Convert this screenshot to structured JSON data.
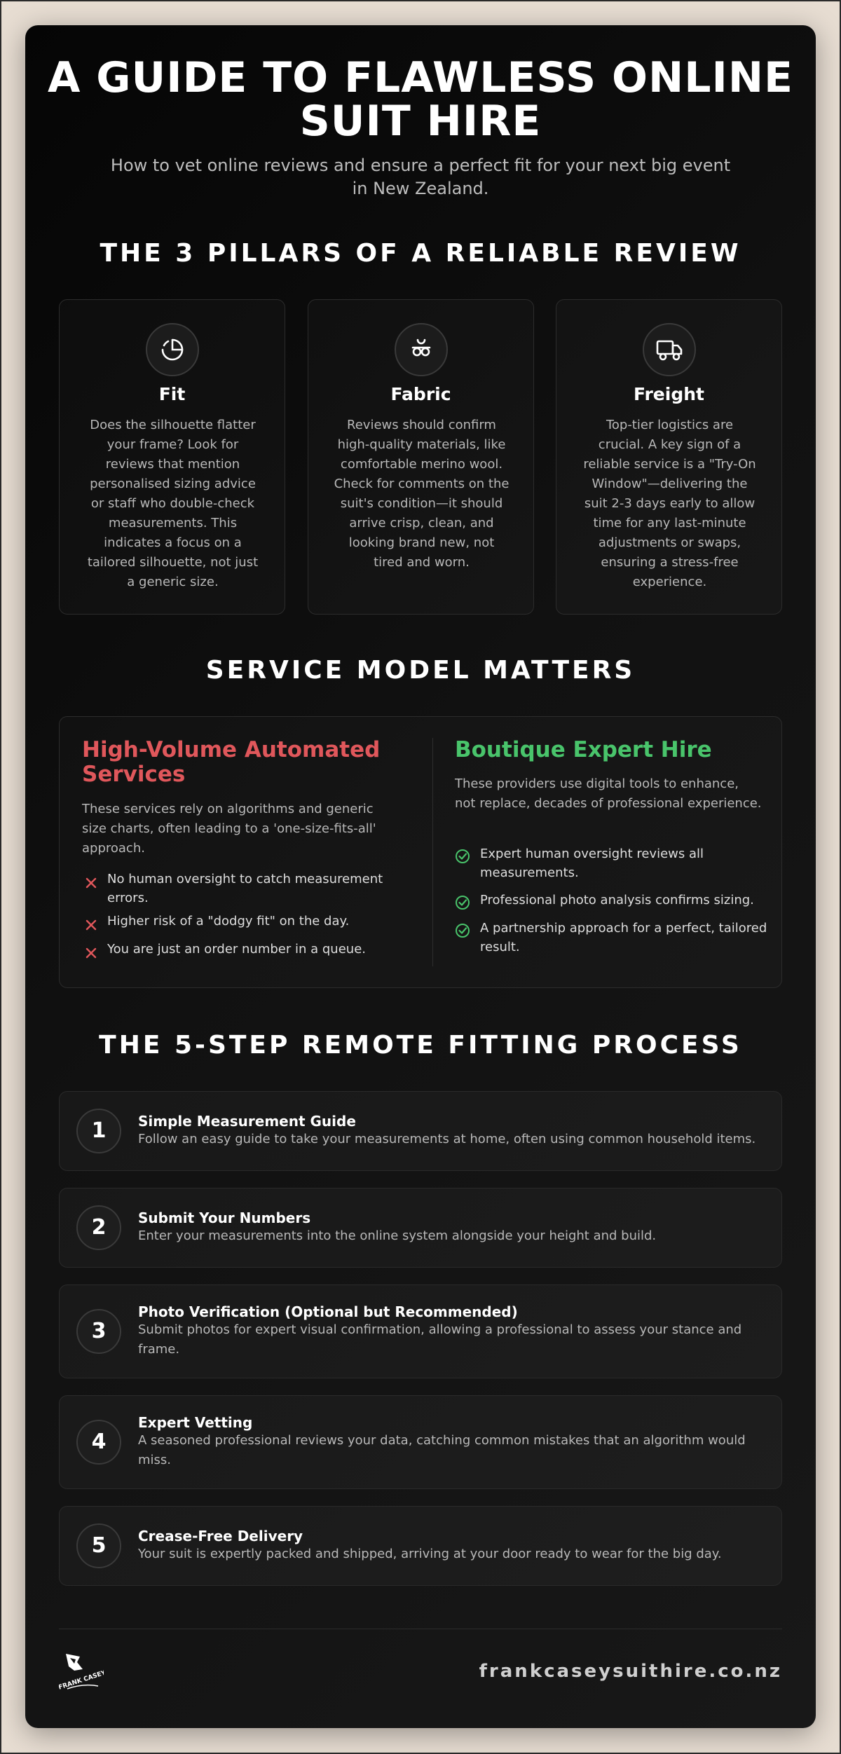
{
  "header": {
    "title_line1": "A GUIDE TO FLAWLESS ONLINE",
    "title_line2": "SUIT HIRE",
    "subtitle": "How to vet online reviews and ensure a perfect fit for your next big event in New Zealand."
  },
  "pillars": {
    "heading": "THE 3 PILLARS OF A RELIABLE REVIEW",
    "items": [
      {
        "icon": "pie-chart-icon",
        "title": "Fit",
        "text": "Does the silhouette flatter your frame? Look for reviews that mention personalised sizing advice or staff who double-check measurements. This indicates a focus on a tailored silhouette, not just a generic size."
      },
      {
        "icon": "sheep-icon",
        "title": "Fabric",
        "text": "Reviews should confirm high-quality materials, like comfortable merino wool. Check for comments on the suit's condition—it should arrive crisp, clean, and looking brand new, not tired and worn."
      },
      {
        "icon": "truck-icon",
        "title": "Freight",
        "text": "Top-tier logistics are crucial. A key sign of a reliable service is a \"Try-On Window\"—delivering the suit 2-3 days early to allow time for any last-minute adjustments or swaps, ensuring a stress-free experience."
      }
    ]
  },
  "service": {
    "heading": "SERVICE MODEL MATTERS",
    "left": {
      "title_line1": "High-Volume Automated",
      "title_line2": "Services",
      "desc": "These services rely on algorithms and generic size charts, often leading to a 'one-size-fits-all' approach.",
      "items": [
        "No human oversight to catch measurement errors.",
        "Higher risk of a \"dodgy fit\" on the day.",
        "You are just an order number in a queue."
      ]
    },
    "right": {
      "title": "Boutique Expert Hire",
      "desc": "These providers use digital tools to enhance, not replace, decades of professional experience.",
      "items": [
        "Expert human oversight reviews all measurements.",
        "Professional photo analysis confirms sizing.",
        "A partnership approach for a perfect, tailored result."
      ]
    },
    "colors": {
      "negative": "#e0575b",
      "positive": "#49c46b"
    }
  },
  "process": {
    "heading": "THE 5-STEP REMOTE FITTING PROCESS",
    "steps": [
      {
        "num": "1",
        "title": "Simple Measurement Guide",
        "text": "Follow an easy guide to take your measurements at home, often using common household items."
      },
      {
        "num": "2",
        "title": "Submit Your Numbers",
        "text": "Enter your measurements into the online system alongside your height and build."
      },
      {
        "num": "3",
        "title": "Photo Verification (Optional but Recommended)",
        "text": "Submit photos for expert visual confirmation, allowing a professional to assess your stance and frame."
      },
      {
        "num": "4",
        "title": "Expert Vetting",
        "text": "A seasoned professional reviews your data, catching common mistakes that an algorithm would miss."
      },
      {
        "num": "5",
        "title": "Crease-Free Delivery",
        "text": "Your suit is expertly packed and shipped, arriving at your door ready to wear for the big day."
      }
    ]
  },
  "footer": {
    "logo_text": "FRANK CASEY",
    "url": "frankcaseysuithire.co.nz"
  }
}
